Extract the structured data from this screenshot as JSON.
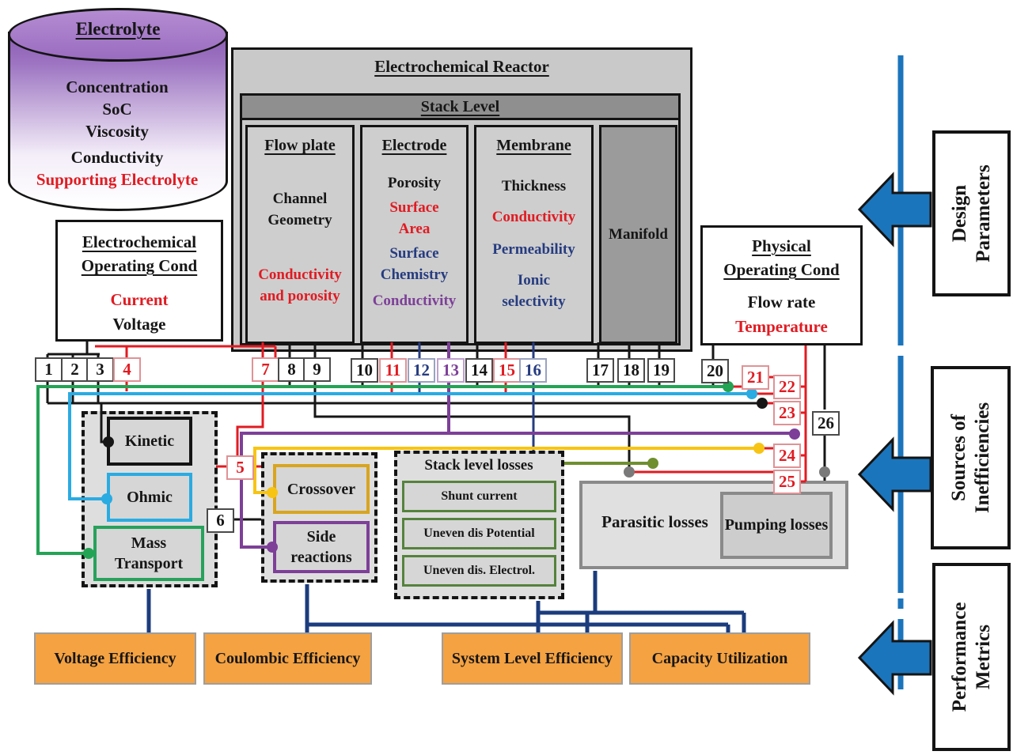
{
  "electrolyte": {
    "title": "Electrolyte",
    "items": [
      {
        "text": "Concentration",
        "color": "black"
      },
      {
        "text": "SoC",
        "color": "black"
      },
      {
        "text": "Viscosity",
        "color": "black"
      },
      {
        "text": "Conductivity",
        "color": "black"
      },
      {
        "text": "Supporting Electrolyte",
        "color": "red"
      }
    ]
  },
  "reactor": {
    "title": "Electrochemical Reactor",
    "stack_title": "Stack Level",
    "flow_plate": {
      "title": "Flow plate",
      "items": [
        {
          "text": "Channel Geometry",
          "color": "black"
        },
        {
          "text": "Conductivity and porosity",
          "color": "red"
        }
      ]
    },
    "electrode": {
      "title": "Electrode",
      "items": [
        {
          "text": "Porosity",
          "color": "black"
        },
        {
          "text": "Surface Area",
          "color": "red"
        },
        {
          "text": "Surface Chemistry",
          "color": "navy"
        },
        {
          "text": "Conductivity",
          "color": "purple"
        }
      ]
    },
    "membrane": {
      "title": "Membrane",
      "items": [
        {
          "text": "Thickness",
          "color": "black"
        },
        {
          "text": "Conductivity",
          "color": "red"
        },
        {
          "text": "Permeability",
          "color": "navy"
        },
        {
          "text": "Ionic selectivity",
          "color": "navy"
        }
      ]
    },
    "manifold_title": "Manifold"
  },
  "electrochemical_operating_cond": {
    "title_line1": "Electrochemical",
    "title_line2": "Operating Cond",
    "items": [
      {
        "text": "Current",
        "color": "red"
      },
      {
        "text": "Voltage",
        "color": "black"
      }
    ]
  },
  "physical_operating_cond": {
    "title_line1": "Physical",
    "title_line2": "Operating Cond",
    "items": [
      {
        "text": "Flow rate",
        "color": "black"
      },
      {
        "text": "Temperature",
        "color": "red"
      }
    ]
  },
  "connectors": [
    {
      "label": "1",
      "color": "black"
    },
    {
      "label": "2",
      "color": "black"
    },
    {
      "label": "3",
      "color": "black"
    },
    {
      "label": "4",
      "color": "red"
    },
    {
      "label": "5",
      "color": "red"
    },
    {
      "label": "6",
      "color": "black"
    },
    {
      "label": "7",
      "color": "red"
    },
    {
      "label": "8",
      "color": "black"
    },
    {
      "label": "9",
      "color": "black"
    },
    {
      "label": "10",
      "color": "black"
    },
    {
      "label": "11",
      "color": "red"
    },
    {
      "label": "12",
      "color": "navy"
    },
    {
      "label": "13",
      "color": "purple"
    },
    {
      "label": "14",
      "color": "black"
    },
    {
      "label": "15",
      "color": "red"
    },
    {
      "label": "16",
      "color": "navy"
    },
    {
      "label": "17",
      "color": "black"
    },
    {
      "label": "18",
      "color": "black"
    },
    {
      "label": "19",
      "color": "black"
    },
    {
      "label": "20",
      "color": "black"
    },
    {
      "label": "21",
      "color": "red"
    },
    {
      "label": "22",
      "color": "red"
    },
    {
      "label": "23",
      "color": "red"
    },
    {
      "label": "24",
      "color": "red"
    },
    {
      "label": "25",
      "color": "red"
    },
    {
      "label": "26",
      "color": "black"
    }
  ],
  "inefficiencies": {
    "kinetic": "Kinetic",
    "ohmic": "Ohmic",
    "mass_transport": "Mass Transport",
    "crossover": "Crossover",
    "side_reactions": "Side reactions",
    "stack_level_losses": {
      "title": "Stack level losses",
      "items": [
        "Shunt current",
        "Uneven dis Potential",
        "Uneven dis. Electrol."
      ]
    },
    "parasitic_losses": "Parasitic losses",
    "pumping_losses": "Pumping losses"
  },
  "metrics": [
    "Voltage Efficiency",
    "Coulombic Efficiency",
    "System Level Efficiency",
    "Capacity Utilization"
  ],
  "side_labels": [
    {
      "line1": "Design",
      "line2": "Parameters"
    },
    {
      "line1": "Sources of",
      "line2": "Inefficiencies"
    },
    {
      "line1": "Performance",
      "line2": "Metrics"
    }
  ],
  "colors": {
    "red": "#e11b22",
    "navy_text": "#263c80",
    "purple": "#7d3f98",
    "wire_green": "#23a455",
    "wire_cyan": "#2aabe2",
    "wire_yellow": "#f7c414",
    "wire_olive": "#6f8f2f",
    "wire_navy": "#1b3c7d",
    "arrow_blue": "#1b75bc",
    "metric_orange": "#f5a242"
  }
}
